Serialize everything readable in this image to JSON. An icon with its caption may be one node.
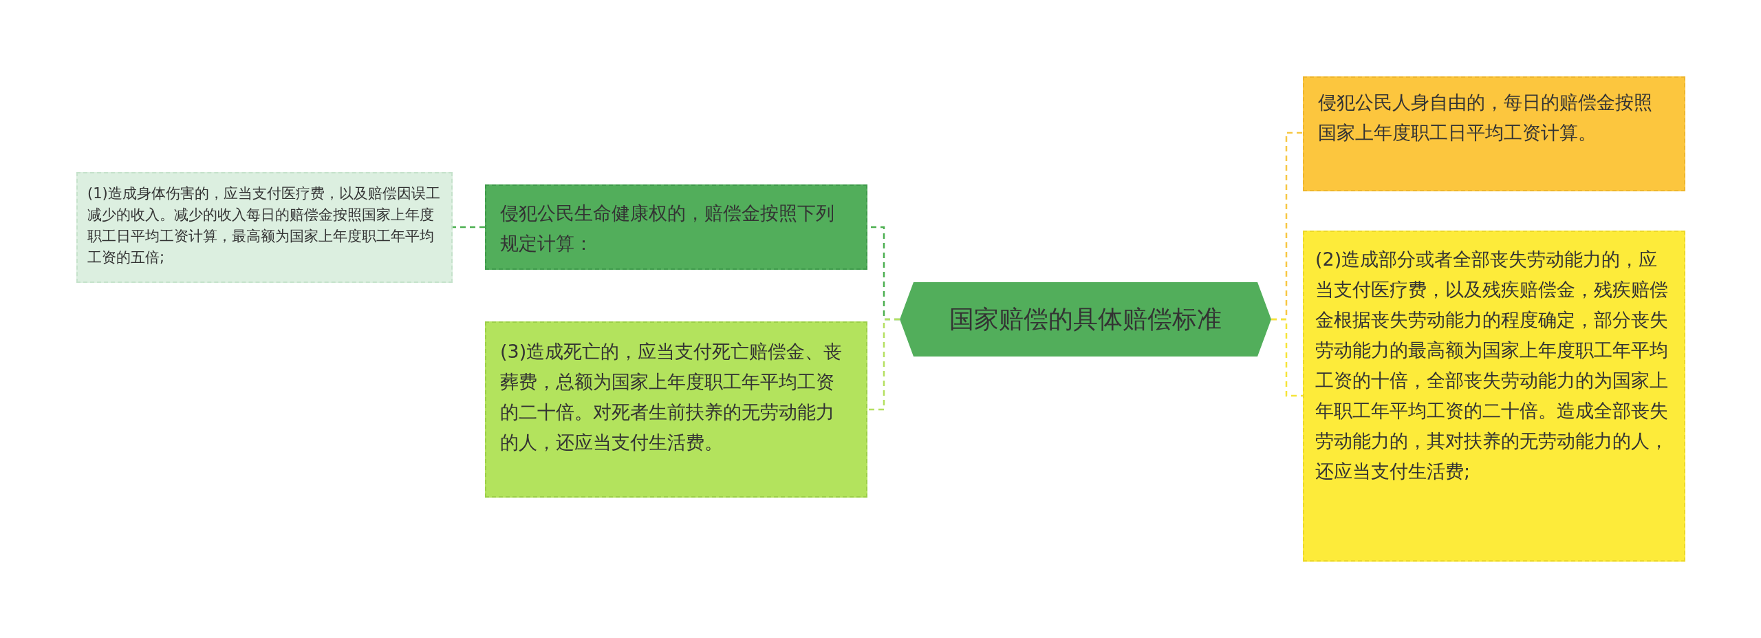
{
  "diagram": {
    "nodes": [
      {
        "text": [
          "国家赔偿的具体赔偿标准"
        ]
      },
      {
        "text": [
          "侵犯公民生命健康权的，赔偿金按照下列规定计算："
        ]
      },
      {
        "text": [
          "(1)造成身体伤害的，应当支付医疗费，以及赔偿因误工减少的收入。减少的收入每日的赔偿金按照国家上年度职工日平均工资计算，最高额为国家上年度职工年平均工资的五倍;"
        ]
      },
      {
        "text": [
          "(3)造成死亡的，应当支付死亡赔偿金、丧葬费，总额为国家上年度职工年平均工资的二十倍。对死者生前扶养的无劳动能力的人，还应当支付生活费。"
        ]
      },
      {
        "text": [
          "侵犯公民人身自由的，每日的赔偿金按照国家上年度职工日平均工资计算。"
        ]
      },
      {
        "text": [
          "(2)造成部分或者全部丧失劳动能力的，应当支付医疗费，以及残疾赔偿金，残疾赔偿金根据丧失劳动能力的程度确定，部分丧失劳动能力的最高额为国家上年度职工年平均工资的十倍，全部丧失劳动能力的为国家上年职工年平均工资的二十倍。造成全部丧失劳动能力的，其对扶养的无劳动能力的人，还应当支付生活费;"
        ]
      }
    ],
    "edges": [
      {
        "from": 0,
        "to": 1,
        "arrow": "none",
        "style": "dashed",
        "color": "#4caf50"
      },
      {
        "from": 1,
        "to": 2,
        "arrow": "none",
        "style": "dashed",
        "color": "#4caf50"
      },
      {
        "from": 0,
        "to": 3,
        "arrow": "none",
        "style": "dashed",
        "color": "#b5e061"
      },
      {
        "from": 0,
        "to": 4,
        "arrow": "none",
        "style": "dashed",
        "color": "#f7c744"
      },
      {
        "from": 0,
        "to": 5,
        "arrow": "none",
        "style": "dashed",
        "color": "#f5e43a"
      }
    ]
  }
}
